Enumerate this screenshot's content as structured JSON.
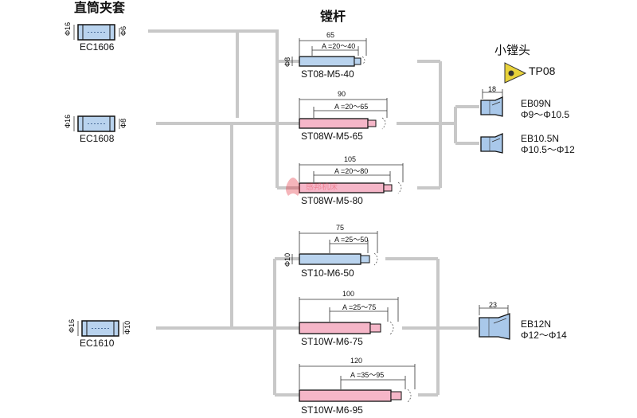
{
  "headers": {
    "collet": "直筒夹套",
    "bar": "镗杆",
    "small_head": "小镗头"
  },
  "collets": [
    {
      "name": "EC1606",
      "outer": "Φ16",
      "inner": "Φ6"
    },
    {
      "name": "EC1608",
      "outer": "Φ16",
      "inner": "Φ8"
    },
    {
      "name": "EC1610",
      "outer": "Φ16",
      "inner": "Φ10"
    }
  ],
  "bars": [
    {
      "name": "ST08-M5-40",
      "length": "65",
      "range": "A =20〜40",
      "dia": "Φ8",
      "color": "#b9d3ee"
    },
    {
      "name": "ST08W-M5-65",
      "length": "90",
      "range": "A =20〜65",
      "dia": "",
      "color": "#f5b6c8"
    },
    {
      "name": "ST08W-M5-80",
      "length": "105",
      "range": "A =20〜80",
      "dia": "",
      "color": "#f5b6c8"
    },
    {
      "name": "ST10-M6-50",
      "length": "75",
      "range": "A =25〜50",
      "dia": "Φ10",
      "color": "#b9d3ee"
    },
    {
      "name": "ST10W-M6-75",
      "length": "100",
      "range": "A =25〜75",
      "dia": "",
      "color": "#f5b6c8"
    },
    {
      "name": "ST10W-M6-95",
      "length": "120",
      "range": "A =35〜95",
      "dia": "",
      "color": "#f5b6c8"
    }
  ],
  "insert": {
    "name": "TP08",
    "color": "#e8d23a"
  },
  "heads": [
    {
      "name": "EB09N",
      "range": "Φ9〜Φ10.5",
      "dim": "18"
    },
    {
      "name": "EB10.5N",
      "range": "Φ10.5〜Φ12",
      "dim": ""
    },
    {
      "name": "EB12N",
      "range": "Φ12〜Φ14",
      "dim": "23"
    }
  ],
  "watermark": "感邦机床",
  "colors": {
    "connector": "#c8c8c8",
    "blue": "#b9d3ee",
    "pink": "#f5b6c8",
    "head": "#a9c8ea"
  }
}
